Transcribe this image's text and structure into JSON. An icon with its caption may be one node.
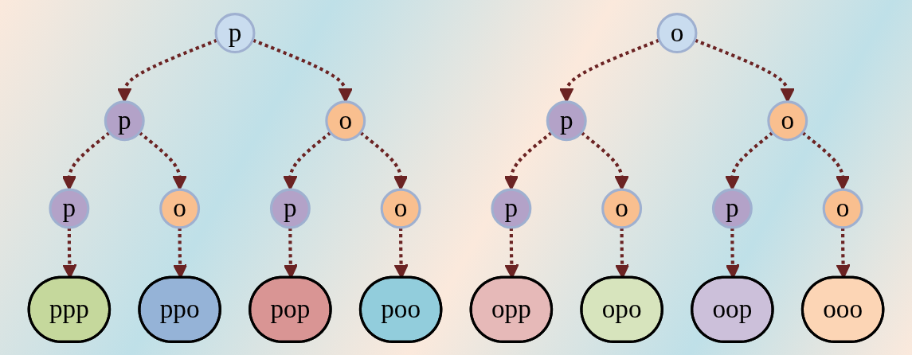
{
  "diagram": {
    "nodes": [
      {
        "text": [
          "p"
        ]
      },
      {
        "text": [
          "o"
        ]
      },
      {
        "text": [
          "p"
        ]
      },
      {
        "text": [
          "o"
        ]
      },
      {
        "text": [
          "p"
        ]
      },
      {
        "text": [
          "o"
        ]
      },
      {
        "text": [
          "p"
        ]
      },
      {
        "text": [
          "o"
        ]
      },
      {
        "text": [
          "p"
        ]
      },
      {
        "text": [
          "o"
        ]
      },
      {
        "text": [
          "p"
        ]
      },
      {
        "text": [
          "o"
        ]
      },
      {
        "text": [
          "p"
        ]
      },
      {
        "text": [
          "o"
        ]
      },
      {
        "text": [
          "ppp"
        ]
      },
      {
        "text": [
          "ppo"
        ]
      },
      {
        "text": [
          "pop"
        ]
      },
      {
        "text": [
          "poo"
        ]
      },
      {
        "text": [
          "opp"
        ]
      },
      {
        "text": [
          "opo"
        ]
      },
      {
        "text": [
          "oop"
        ]
      },
      {
        "text": [
          "ooo"
        ]
      }
    ],
    "edges": [
      {
        "from": 0,
        "to": 2,
        "arrow": "to",
        "style": "dashed"
      },
      {
        "from": 0,
        "to": 3,
        "arrow": "to",
        "style": "dashed"
      },
      {
        "from": 1,
        "to": 4,
        "arrow": "to",
        "style": "dashed"
      },
      {
        "from": 1,
        "to": 5,
        "arrow": "to",
        "style": "dashed"
      },
      {
        "from": 2,
        "to": 6,
        "arrow": "to",
        "style": "dashed"
      },
      {
        "from": 2,
        "to": 7,
        "arrow": "to",
        "style": "dashed"
      },
      {
        "from": 3,
        "to": 8,
        "arrow": "to",
        "style": "dashed"
      },
      {
        "from": 3,
        "to": 9,
        "arrow": "to",
        "style": "dashed"
      },
      {
        "from": 4,
        "to": 10,
        "arrow": "to",
        "style": "dashed"
      },
      {
        "from": 4,
        "to": 11,
        "arrow": "to",
        "style": "dashed"
      },
      {
        "from": 5,
        "to": 12,
        "arrow": "to",
        "style": "dashed"
      },
      {
        "from": 5,
        "to": 13,
        "arrow": "to",
        "style": "dashed"
      },
      {
        "from": 6,
        "to": 14,
        "arrow": "to",
        "style": "dashed"
      },
      {
        "from": 7,
        "to": 15,
        "arrow": "to",
        "style": "dashed"
      },
      {
        "from": 8,
        "to": 16,
        "arrow": "to",
        "style": "dashed"
      },
      {
        "from": 9,
        "to": 17,
        "arrow": "to",
        "style": "dashed"
      },
      {
        "from": 10,
        "to": 18,
        "arrow": "to",
        "style": "dashed"
      },
      {
        "from": 11,
        "to": 19,
        "arrow": "to",
        "style": "dashed"
      },
      {
        "from": 12,
        "to": 20,
        "arrow": "to",
        "style": "dashed"
      },
      {
        "from": 13,
        "to": 21,
        "arrow": "to",
        "style": "dashed"
      }
    ]
  }
}
